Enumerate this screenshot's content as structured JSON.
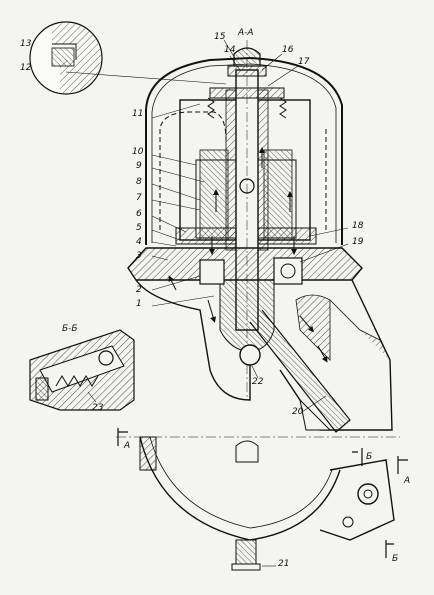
{
  "section_labels": {
    "top": "А-А",
    "detail": "Б-Б",
    "cut_a_left": "А",
    "cut_a_right": "А",
    "cut_b_top": "Б",
    "cut_b_bottom": "Б"
  },
  "callouts": [
    "1",
    "2",
    "3",
    "4",
    "5",
    "6",
    "7",
    "8",
    "9",
    "10",
    "11",
    "12",
    "13",
    "14",
    "15",
    "16",
    "17",
    "18",
    "19",
    "20",
    "21",
    "22",
    "23"
  ]
}
